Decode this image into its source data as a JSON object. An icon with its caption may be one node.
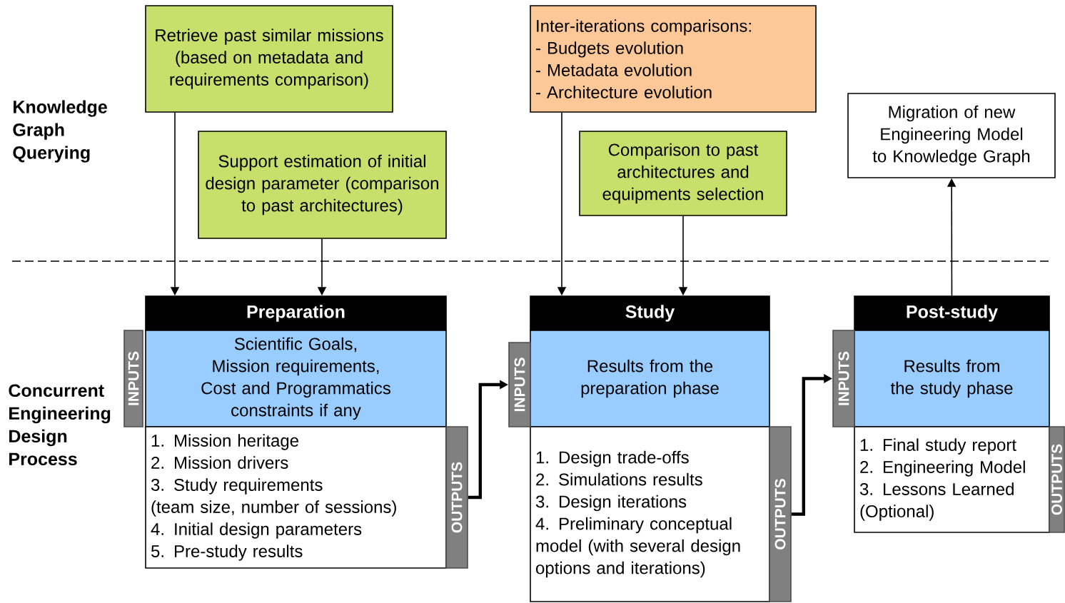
{
  "diagram": {
    "nodes": [
      {
        "text": [
          "Retrieve past similar missions (based on metadata and requirements comparison)"
        ]
      },
      {
        "text": [
          "Support estimation of initial design parameter (comparison to past architectures)"
        ]
      },
      {
        "text": [
          "Inter-iterations comparisons:",
          "- Budgets evolution",
          "- Metadata evolution",
          "- Architecture evolution"
        ]
      },
      {
        "text": [
          "Comparison to past architectures and equipments selection"
        ]
      },
      {
        "text": [
          "Migration of new Engineering Model to Knowledge Graph"
        ]
      },
      {
        "text": [
          "Preparation"
        ]
      },
      {
        "text": [
          "Scientific Goals,",
          "Mission requirements,",
          "Cost and Programmatics constraints if any"
        ]
      },
      {
        "text": [
          "1. Mission heritage",
          "2. Mission drivers",
          "3. Study requirements",
          "(team size, number of sessions)",
          "4. Initial design parameters",
          "5. Pre-study results"
        ]
      },
      {
        "text": [
          "INPUTS"
        ]
      },
      {
        "text": [
          "OUTPUTS"
        ]
      },
      {
        "text": [
          "Study"
        ]
      },
      {
        "text": [
          "Results from the preparation phase"
        ]
      },
      {
        "text": [
          "1. Design trade-offs",
          "2. Simulations results",
          "3. Design iterations",
          "4. Preliminary conceptual model (with several design options and iterations)"
        ]
      },
      {
        "text": [
          "INPUTS"
        ]
      },
      {
        "text": [
          "OUTPUTS"
        ]
      },
      {
        "text": [
          "Post-study"
        ]
      },
      {
        "text": [
          "Results from the study phase"
        ]
      },
      {
        "text": [
          "1. Final study report",
          "2. Engineering Model",
          "3. Lessons Learned (Optional)"
        ]
      },
      {
        "text": [
          "INPUTS"
        ]
      },
      {
        "text": [
          "OUTPUTS"
        ]
      }
    ],
    "edges": [
      {
        "from": 0,
        "to": 5,
        "arrow": "to"
      },
      {
        "from": 1,
        "to": 5,
        "arrow": "to"
      },
      {
        "from": 2,
        "to": 10,
        "arrow": "to"
      },
      {
        "from": 3,
        "to": 10,
        "arrow": "to"
      },
      {
        "from": 15,
        "to": 4,
        "arrow": "to"
      },
      {
        "from": 9,
        "to": 13,
        "arrow": "to",
        "style": "thick"
      },
      {
        "from": 14,
        "to": 18,
        "arrow": "to",
        "style": "thick"
      }
    ],
    "labels": [
      "Knowledge Graph Querying",
      "Concurrent Engineering Design Process"
    ]
  }
}
